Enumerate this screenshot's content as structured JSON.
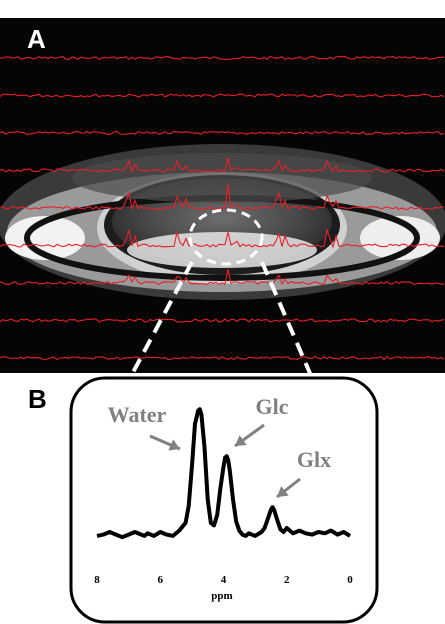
{
  "panel_a": {
    "label": "A",
    "trace_color": "#e8202a",
    "grid_rows": 9,
    "peak_rows": [
      3,
      4,
      5,
      6
    ]
  },
  "panel_b": {
    "label": "B"
  },
  "chart_data": {
    "type": "line",
    "title": "",
    "xlabel": "ppm",
    "ylabel": "",
    "xlim": [
      8,
      0
    ],
    "x_reversed": true,
    "x_ticks": [
      "8",
      "6",
      "4",
      "2",
      "0"
    ],
    "x_tick_values": [
      8,
      6,
      4,
      2,
      0
    ],
    "ylim": [
      -0.05,
      1.0
    ],
    "grid": false,
    "line_color": "#000000",
    "annotations": [
      {
        "text": "Water",
        "ppm": 4.7
      },
      {
        "text": "Glc",
        "ppm": 3.8
      },
      {
        "text": "Glx",
        "ppm": 2.4
      }
    ],
    "annotation_color": "#808080",
    "series": [
      {
        "x": [
          8.0,
          7.8,
          7.6,
          7.5,
          7.4,
          7.2,
          7.0,
          6.8,
          6.6,
          6.5,
          6.4,
          6.2,
          6.0,
          5.8,
          5.6,
          5.4,
          5.2,
          5.1,
          5.0,
          4.9,
          4.8,
          4.75,
          4.7,
          4.6,
          4.5,
          4.4,
          4.3,
          4.2,
          4.1,
          4.0,
          3.95,
          3.9,
          3.85,
          3.8,
          3.7,
          3.6,
          3.5,
          3.4,
          3.3,
          3.2,
          3.0,
          2.8,
          2.7,
          2.6,
          2.5,
          2.45,
          2.4,
          2.3,
          2.2,
          2.1,
          2.0,
          1.9,
          1.8,
          1.6,
          1.4,
          1.2,
          1.0,
          0.8,
          0.6,
          0.4,
          0.2,
          0.0
        ],
        "y": [
          0.02,
          0.03,
          0.05,
          0.04,
          0.03,
          0.01,
          0.03,
          0.05,
          0.03,
          0.02,
          0.04,
          0.02,
          0.05,
          0.03,
          0.02,
          0.06,
          0.12,
          0.25,
          0.55,
          0.88,
          0.98,
          0.99,
          0.95,
          0.7,
          0.3,
          0.12,
          0.1,
          0.18,
          0.38,
          0.55,
          0.62,
          0.63,
          0.6,
          0.52,
          0.3,
          0.13,
          0.06,
          0.03,
          0.02,
          0.04,
          0.02,
          0.05,
          0.08,
          0.15,
          0.22,
          0.24,
          0.22,
          0.14,
          0.07,
          0.05,
          0.08,
          0.06,
          0.04,
          0.06,
          0.04,
          0.03,
          0.05,
          0.04,
          0.06,
          0.03,
          0.05,
          0.02
        ]
      }
    ]
  }
}
